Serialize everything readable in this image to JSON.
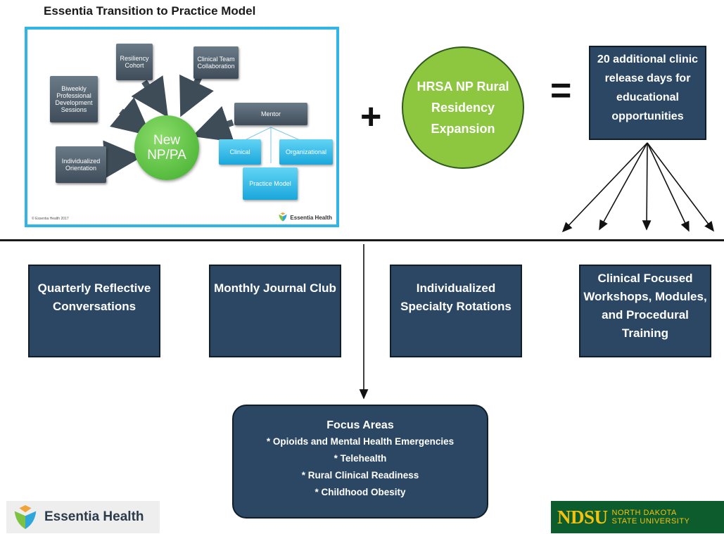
{
  "title": "Essentia Transition to Practice Model",
  "inset": {
    "center_label": "New NP/PA",
    "resiliency": "Resiliency Cohort",
    "clinical_team": "Clinical Team Collaboration",
    "biweekly": "Biweekly Professional Development Sessions",
    "individualized_orientation": "Individualized Orientation",
    "mentor": "Mentor",
    "clinical": "Clinical",
    "organizational": "Organizational",
    "practice_model": "Practice Model",
    "copyright": "© Essentia Health 2017",
    "brand": "Essentia Health"
  },
  "plus_symbol": "+",
  "equals_symbol": "=",
  "hrsa_label": "HRSA NP Rural Residency Expansion",
  "clinic_days": "20 additional clinic release days for educational opportunities",
  "cards": [
    "Quarterly Reflective Conversations",
    "Monthly Journal Club",
    "Individualized Specialty Rotations",
    "Clinical Focused Workshops, Modules, and Procedural Training"
  ],
  "focus": {
    "title": "Focus Areas",
    "items": [
      "* Opioids and Mental Health Emergencies",
      "* Telehealth",
      "* Rural Clinical Readiness",
      "* Childhood Obesity"
    ]
  },
  "logos": {
    "essentia": "Essentia Health",
    "ndsu_abbr": "NDSU",
    "ndsu_line1": "NORTH DAKOTA",
    "ndsu_line2": "STATE UNIVERSITY"
  },
  "colors": {
    "navy": "#2b4764",
    "green": "#8dc63f",
    "light_blue": "#2fb5e6",
    "ndsu_green": "#0d5c2e",
    "ndsu_gold": "#f4c20d"
  }
}
